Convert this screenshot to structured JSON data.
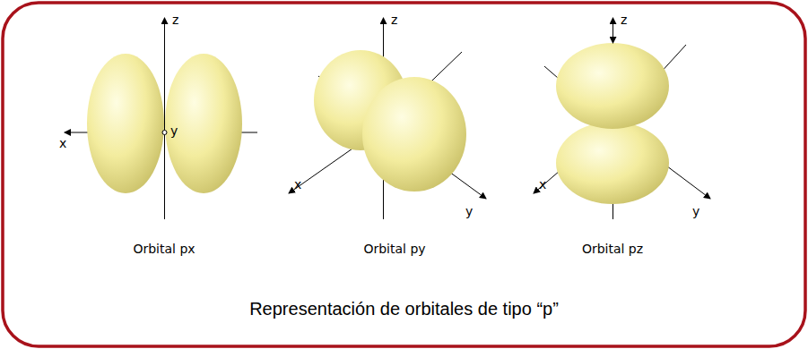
{
  "diagram": {
    "caption": "Representación de orbitales de tipo “p”",
    "labels": [
      "z",
      "x",
      "y",
      "Orbital px",
      "z",
      "x",
      "y",
      "Orbital py",
      "z",
      "x",
      "y",
      "Orbital pz"
    ]
  }
}
